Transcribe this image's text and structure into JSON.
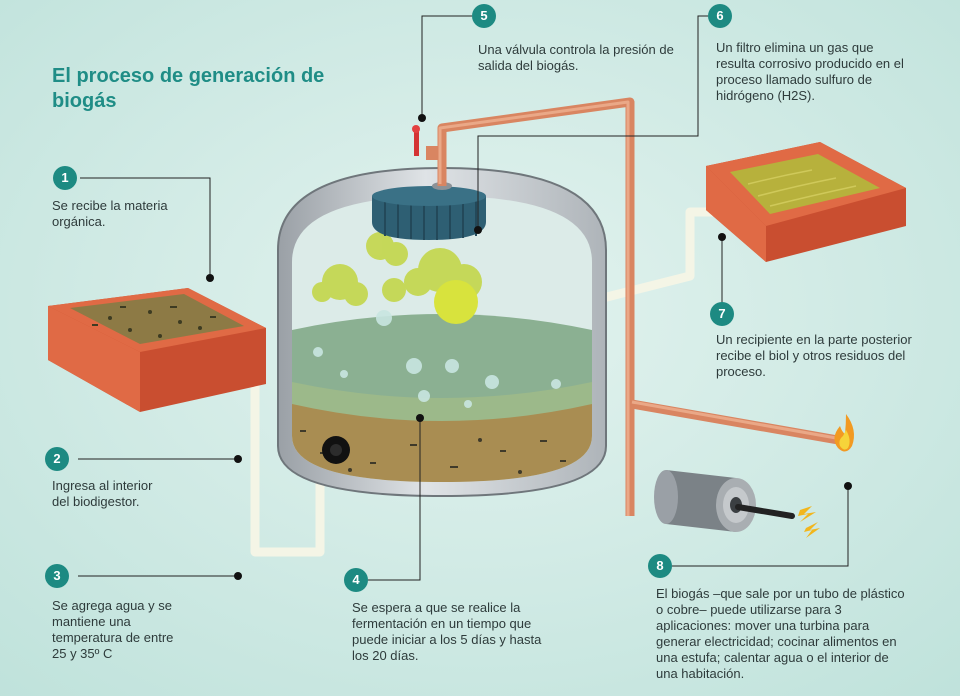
{
  "title": "El proceso de generación de biogás",
  "steps": [
    {
      "number": "1",
      "text": "Se recibe la materia orgánica."
    },
    {
      "number": "2",
      "text": "Ingresa al interior del biodigestor."
    },
    {
      "number": "3",
      "text": "Se agrega agua y se mantiene una temperatura de entre 25 y 35º C"
    },
    {
      "number": "4",
      "text": "Se espera a que se realice la fermentación en un tiempo que puede iniciar a los 5 días y hasta los 20 días."
    },
    {
      "number": "5",
      "text": "Una válvula controla la presión de salida del biogás."
    },
    {
      "number": "6",
      "text": "Un filtro elimina un gas que resulta corrosivo producido en el proceso llamado sulfuro de hidrógeno (H2S)."
    },
    {
      "number": "7",
      "text": "Un recipiente en la parte posterior recibe el biol y otros residuos del proceso."
    },
    {
      "number": "8",
      "text": "El biogás –que sale por un tubo de plástico o cobre– puede utilizarse para 3 aplicaciones: mover una turbina para generar electricidad; cocinar alimentos en una estufa; calentar agua o el interior de una habitación."
    }
  ],
  "colors": {
    "background": "#cdeae4",
    "accent": "#1d8a82",
    "container": "#e06a45",
    "pipe": "#d98561",
    "tank": "#bfc4c8"
  }
}
